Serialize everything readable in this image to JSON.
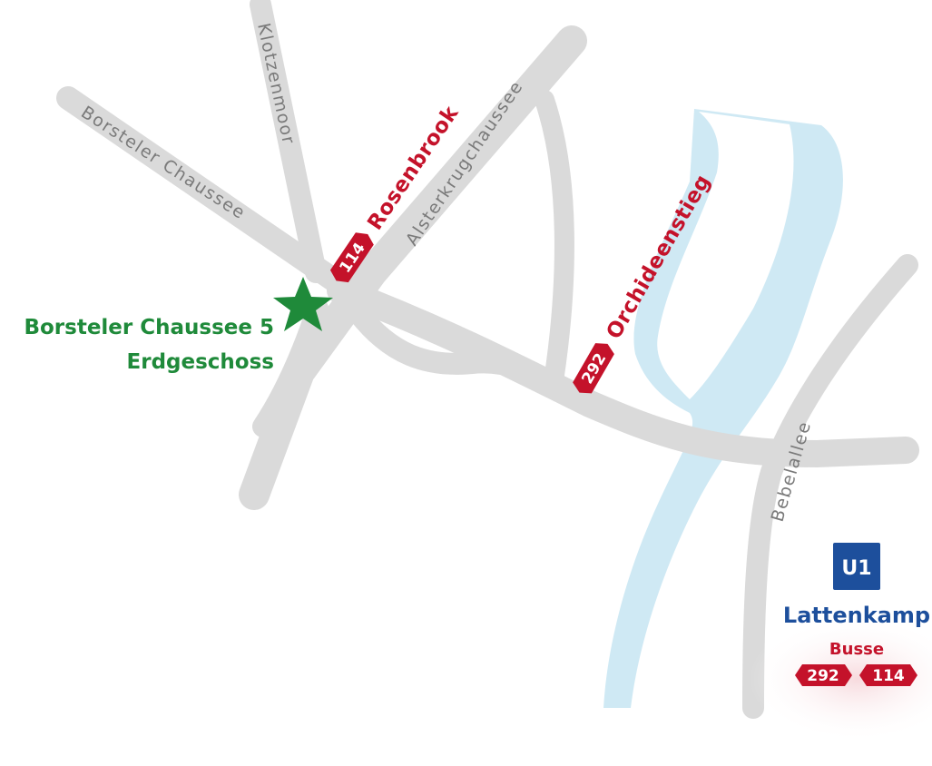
{
  "colors": {
    "road": "#dadada",
    "river": "#cfe9f4",
    "stop_red": "#c4122a",
    "destination_green": "#1f8a3a",
    "ubahn_blue": "#1d4f9c",
    "street_label": "#7a7a7a"
  },
  "streets": {
    "borsteler_chaussee": "Borsteler Chaussee",
    "klotzenmoor": "Klotzenmoor",
    "alsterkrugchaussee": "Alsterkrugchaussee",
    "bebelallee": "Bebelallee"
  },
  "bus_stops": {
    "rosenbrook": {
      "name": "Rosenbrook",
      "line": "114"
    },
    "orchideenstieg": {
      "name": "Orchideenstieg",
      "line": "292"
    }
  },
  "destination": {
    "icon": "star-icon",
    "address": "Borsteler Chaussee 5",
    "floor": "Erdgeschoss"
  },
  "station": {
    "line": "U1",
    "name": "Lattenkamp",
    "buses_label": "Busse",
    "bus_lines": [
      "292",
      "114"
    ]
  }
}
